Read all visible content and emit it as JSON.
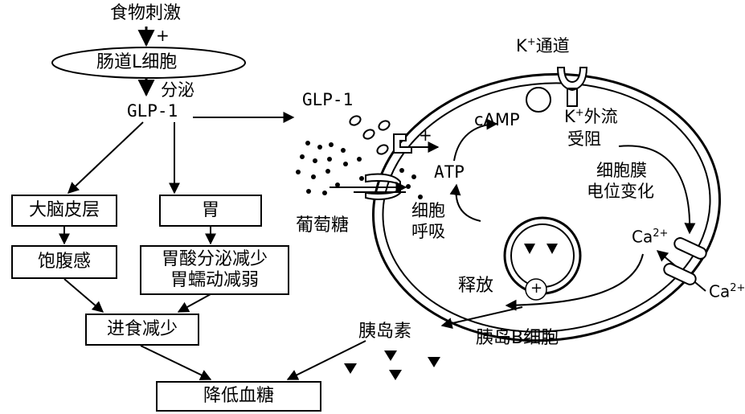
{
  "left": {
    "stimulus": "食物刺激",
    "stimulus_sign": "+",
    "cell": "肠道L细胞",
    "secretion": "分泌",
    "hormone": "GLP-1"
  },
  "boxes": {
    "brain": "大脑皮层",
    "stomach": "胃",
    "satiety": "饱腹感",
    "stomach_effect_1": "胃酸分泌减少",
    "stomach_effect_2": "胃蠕动减弱",
    "eat_less": "进食减少",
    "lower_glucose": "降低血糖"
  },
  "cell": {
    "glp1": "GLP-1",
    "plus_receptor": "+",
    "camp": "cAMP",
    "k_channel_base": "K",
    "k_channel_sup": "+",
    "k_channel_rest": "通道",
    "k_efflux_base": "K",
    "k_efflux_sup": "+",
    "k_efflux_rest": "外流",
    "k_efflux_line2": "受阻",
    "membrane_1": "细胞膜",
    "membrane_2": "电位变化",
    "atp": "ATP",
    "respiration_1": "细胞",
    "respiration_2": "呼吸",
    "glucose": "葡萄糖",
    "ca_inner_base": "Ca",
    "ca_inner_sup": "2+",
    "ca_outer_base": "Ca",
    "ca_outer_sup": "2+",
    "release": "释放",
    "release_sign": "+",
    "insulin": "胰岛素",
    "b_cell": "胰岛B细胞"
  }
}
